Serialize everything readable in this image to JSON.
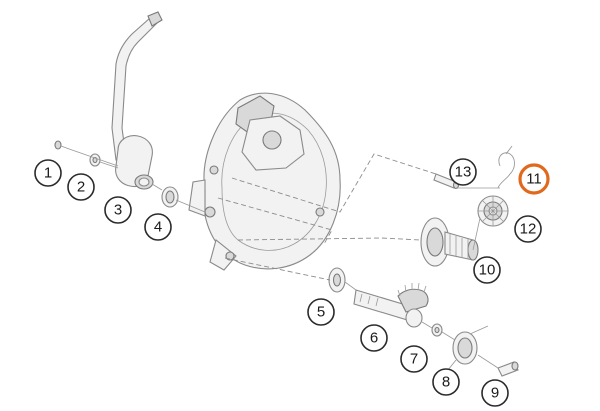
{
  "callouts": [
    {
      "label": "1"
    },
    {
      "label": "2"
    },
    {
      "label": "3"
    },
    {
      "label": "4"
    },
    {
      "label": "5"
    },
    {
      "label": "6"
    },
    {
      "label": "7"
    },
    {
      "label": "8"
    },
    {
      "label": "9"
    },
    {
      "label": "10"
    },
    {
      "label": "11",
      "highlighted": true
    },
    {
      "label": "12"
    },
    {
      "label": "13"
    }
  ],
  "colors": {
    "highlight": "#e0691d",
    "callout_stroke": "#2b2b2b",
    "part_stroke": "#8a8a8a"
  }
}
